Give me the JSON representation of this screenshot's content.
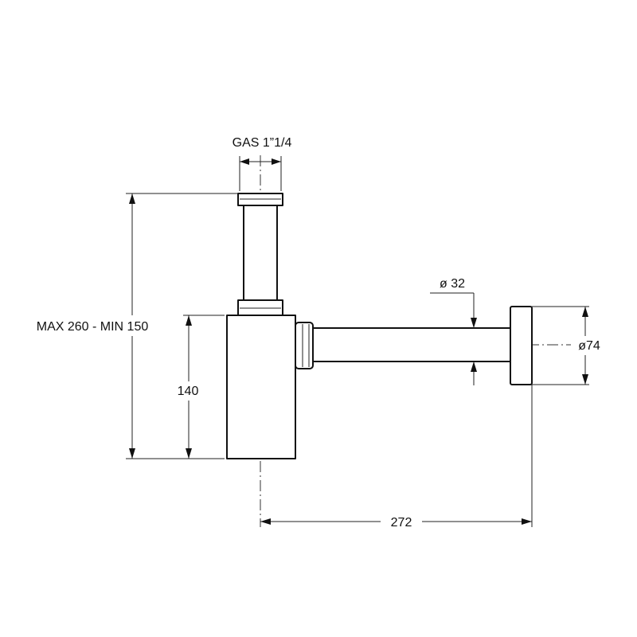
{
  "labels": {
    "thread": "GAS 1”1/4",
    "height_range": "MAX 260 - MIN 150",
    "body_height": "140",
    "outlet_diameter": "ø 32",
    "flange_diameter": "ø74",
    "length": "272"
  },
  "colors": {
    "line": "#111111",
    "background": "#ffffff"
  }
}
